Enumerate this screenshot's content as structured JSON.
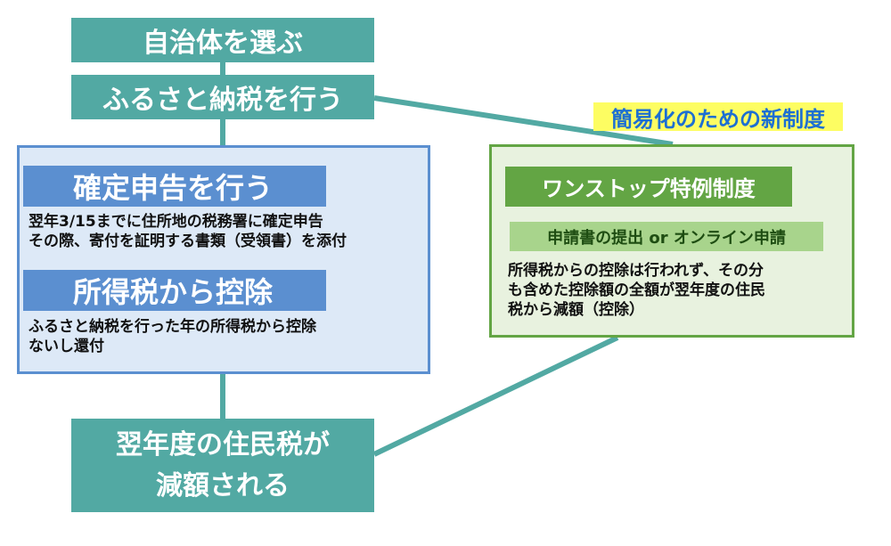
{
  "flow": {
    "step1": "自治体を選ぶ",
    "step2": "ふるさと納税を行う",
    "kakutei": {
      "heading": "確定申告を行う",
      "line1": "翌年3/15までに住所地の税務署に確定申告",
      "line2": "その際、寄付を証明する書類（受領書）を添付"
    },
    "shotoku": {
      "heading": "所得税から控除",
      "line1": "ふるさと納税を行った年の所得税から控除",
      "line2": "ないし還付"
    },
    "final": {
      "line1": "翌年度の住民税が",
      "line2": "減額される"
    }
  },
  "onestop": {
    "label": "簡易化のための新制度",
    "heading": "ワンストップ特例制度",
    "submit": "申請書の提出 or オンライン申請",
    "line1": "所得税からの控除は行われず、その分",
    "line2": "も含めた控除額の全額が翌年度の住民",
    "line3": "税から減額（控除）"
  },
  "colors": {
    "teal": "#52a9a3",
    "blue": "#5b8fd0",
    "blue_bg": "#dde9f7",
    "green": "#63a544",
    "green_light": "#a8d48c",
    "green_bg": "#e8f2df",
    "highlight": "#fdfd62",
    "highlight_text": "#1d6fd2"
  }
}
